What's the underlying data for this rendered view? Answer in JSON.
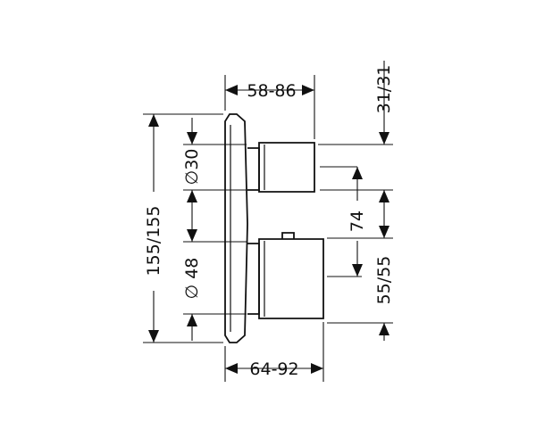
{
  "dimensions": {
    "top_width": "58-86",
    "bottom_width": "64-92",
    "total_height": "155/155",
    "upper_diameter": "∅30",
    "lower_diameter": "∅ 48",
    "center_distance": "74",
    "top_offset": "31/31",
    "bottom_offset": "55/55"
  }
}
